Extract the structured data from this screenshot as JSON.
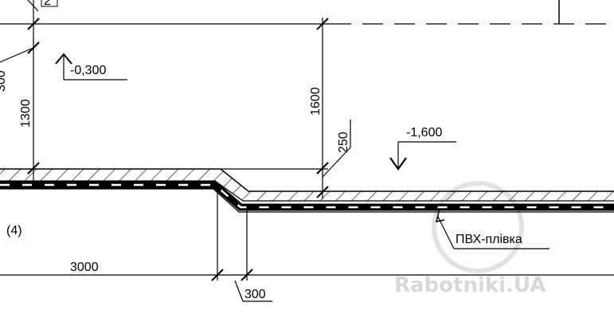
{
  "dimensions": {
    "d1300": "1300",
    "d1600": "1600",
    "d250": "250",
    "d3000": "3000",
    "d300": "300",
    "d_top_partial": "2"
  },
  "elevations": {
    "upper": "-0,300",
    "lower": "-1,600"
  },
  "labels": {
    "layer_marker": "(4)",
    "membrane": "ПВХ-плівка"
  },
  "watermark": "Rabotniki.UA",
  "colors": {
    "ink": "#000000",
    "watermark": "#d8d8d8"
  }
}
